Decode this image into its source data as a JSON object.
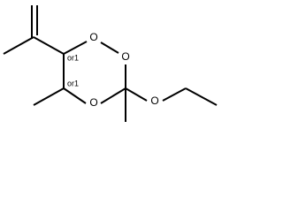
{
  "molecule": {
    "atoms": {
      "o1": "O",
      "o2": "O",
      "o3": "O",
      "o4": "O"
    },
    "stereo_notes": {
      "c5": "or1",
      "c6": "or1"
    }
  }
}
